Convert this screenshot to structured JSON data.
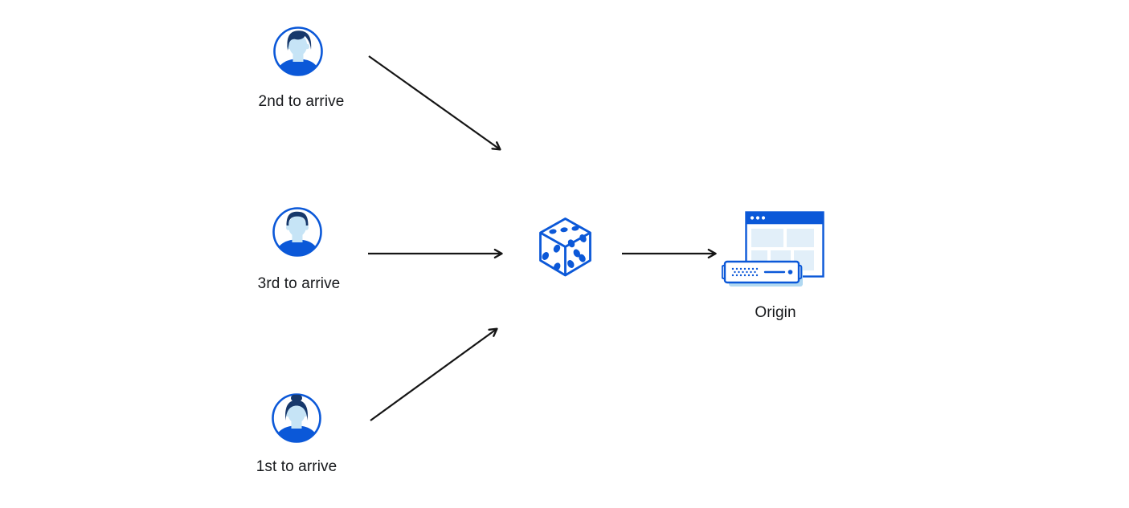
{
  "colors": {
    "background": "#ffffff",
    "primary_blue": "#0b58d8",
    "dark_navy": "#17386b",
    "face_blue": "#c6e4f6",
    "pale_blue": "#e2eff9",
    "shadow_blue": "#b0d8f1",
    "arrow": "#151515",
    "text": "#17191c"
  },
  "nodes": {
    "user_second": {
      "label": "2nd to arrive",
      "icon": "male-avatar-icon"
    },
    "user_third": {
      "label": "3rd to arrive",
      "icon": "male-flattop-avatar-icon"
    },
    "user_first": {
      "label": "1st to arrive",
      "icon": "female-avatar-icon"
    },
    "dice": {
      "icon": "dice-icon"
    },
    "origin": {
      "label": "Origin",
      "icon": "origin-server-icon"
    }
  },
  "edges": [
    {
      "from": "user_second",
      "to": "dice"
    },
    {
      "from": "user_third",
      "to": "dice"
    },
    {
      "from": "user_first",
      "to": "dice"
    },
    {
      "from": "dice",
      "to": "origin"
    }
  ]
}
